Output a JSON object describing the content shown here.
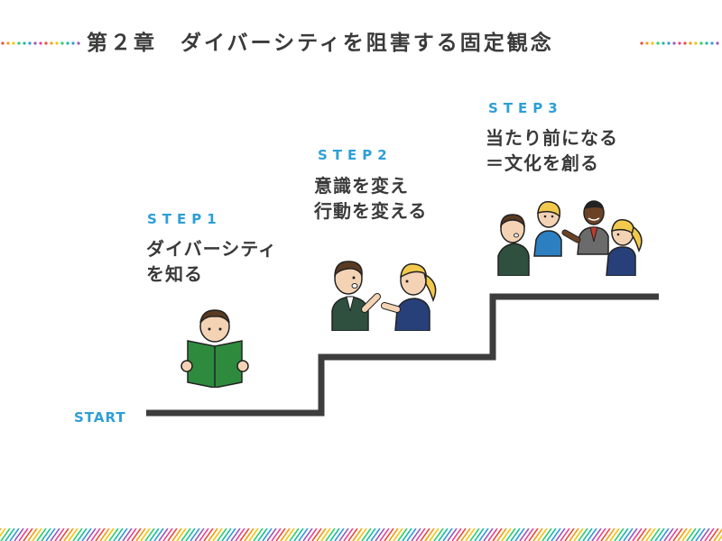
{
  "header": {
    "title": "第２章　ダイバーシティを阻害する固定観念"
  },
  "start_label": "START",
  "steps": [
    {
      "label": "STEP1",
      "lines": [
        "ダイバーシティ",
        "を知る"
      ]
    },
    {
      "label": "STEP2",
      "lines": [
        "意識を変え",
        "行動を変える"
      ]
    },
    {
      "label": "STEP3",
      "lines": [
        "当たり前になる",
        "＝文化を創る"
      ]
    }
  ],
  "colors": {
    "accent": "#2c9fd6",
    "text": "#3a3a3a",
    "stairs": "#3d3d3d",
    "book": "#2e8b3e",
    "suit_green": "#2f4f3f",
    "suit_navy": "#27407a",
    "hair_blonde": "#f2c94c"
  },
  "icons": [
    "reading-person-icon",
    "two-people-talking-icon",
    "group-of-four-icon"
  ]
}
